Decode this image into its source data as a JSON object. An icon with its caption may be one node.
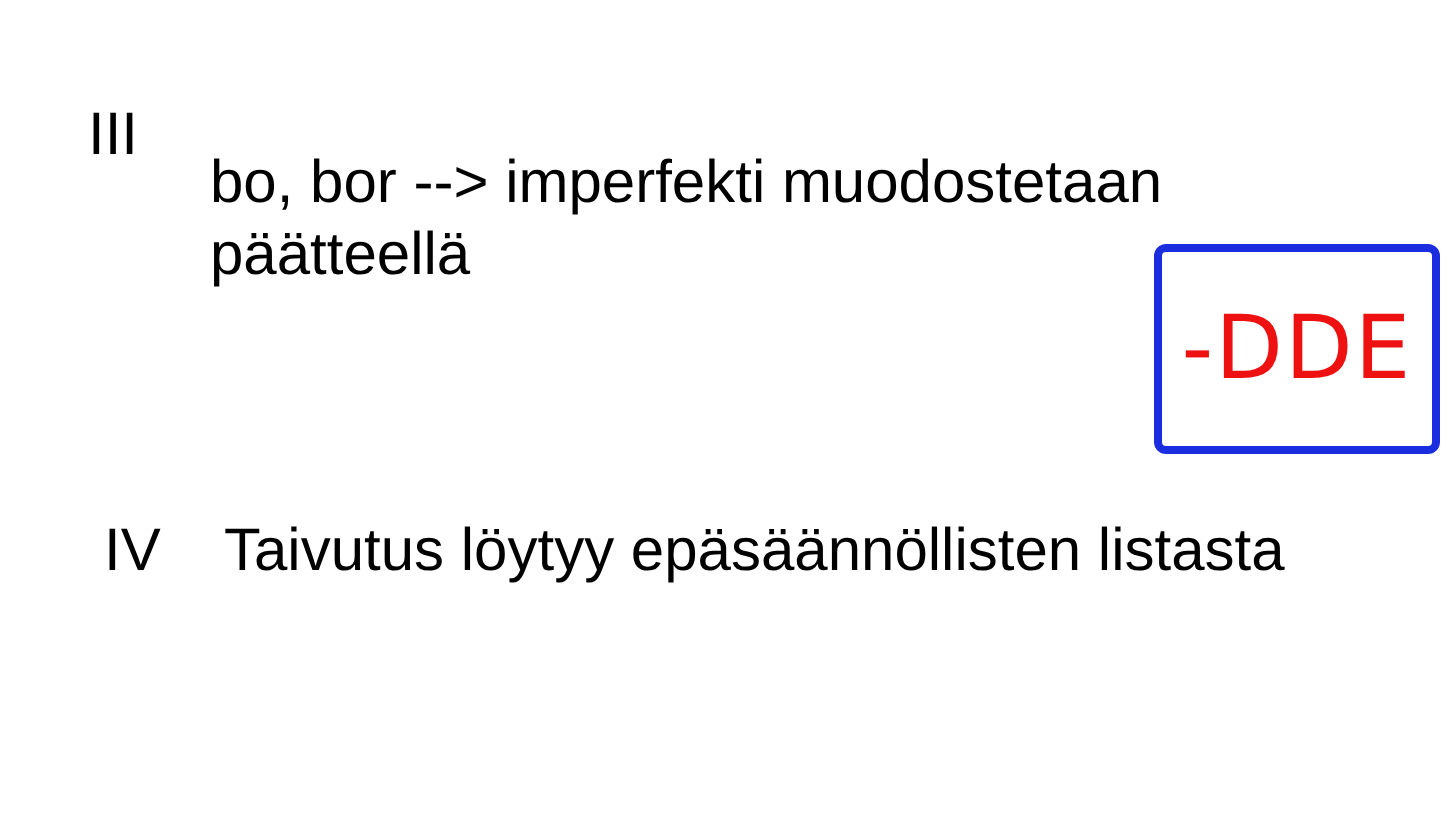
{
  "diagram": {
    "nodes": [
      {
        "text": [
          "-DDE"
        ]
      }
    ],
    "labels": [
      "III",
      "bo, bor --> imperfekti muodostetaan päätteellä",
      "IV",
      "Taivutus löytyy epäsäännöllisten listasta"
    ]
  }
}
